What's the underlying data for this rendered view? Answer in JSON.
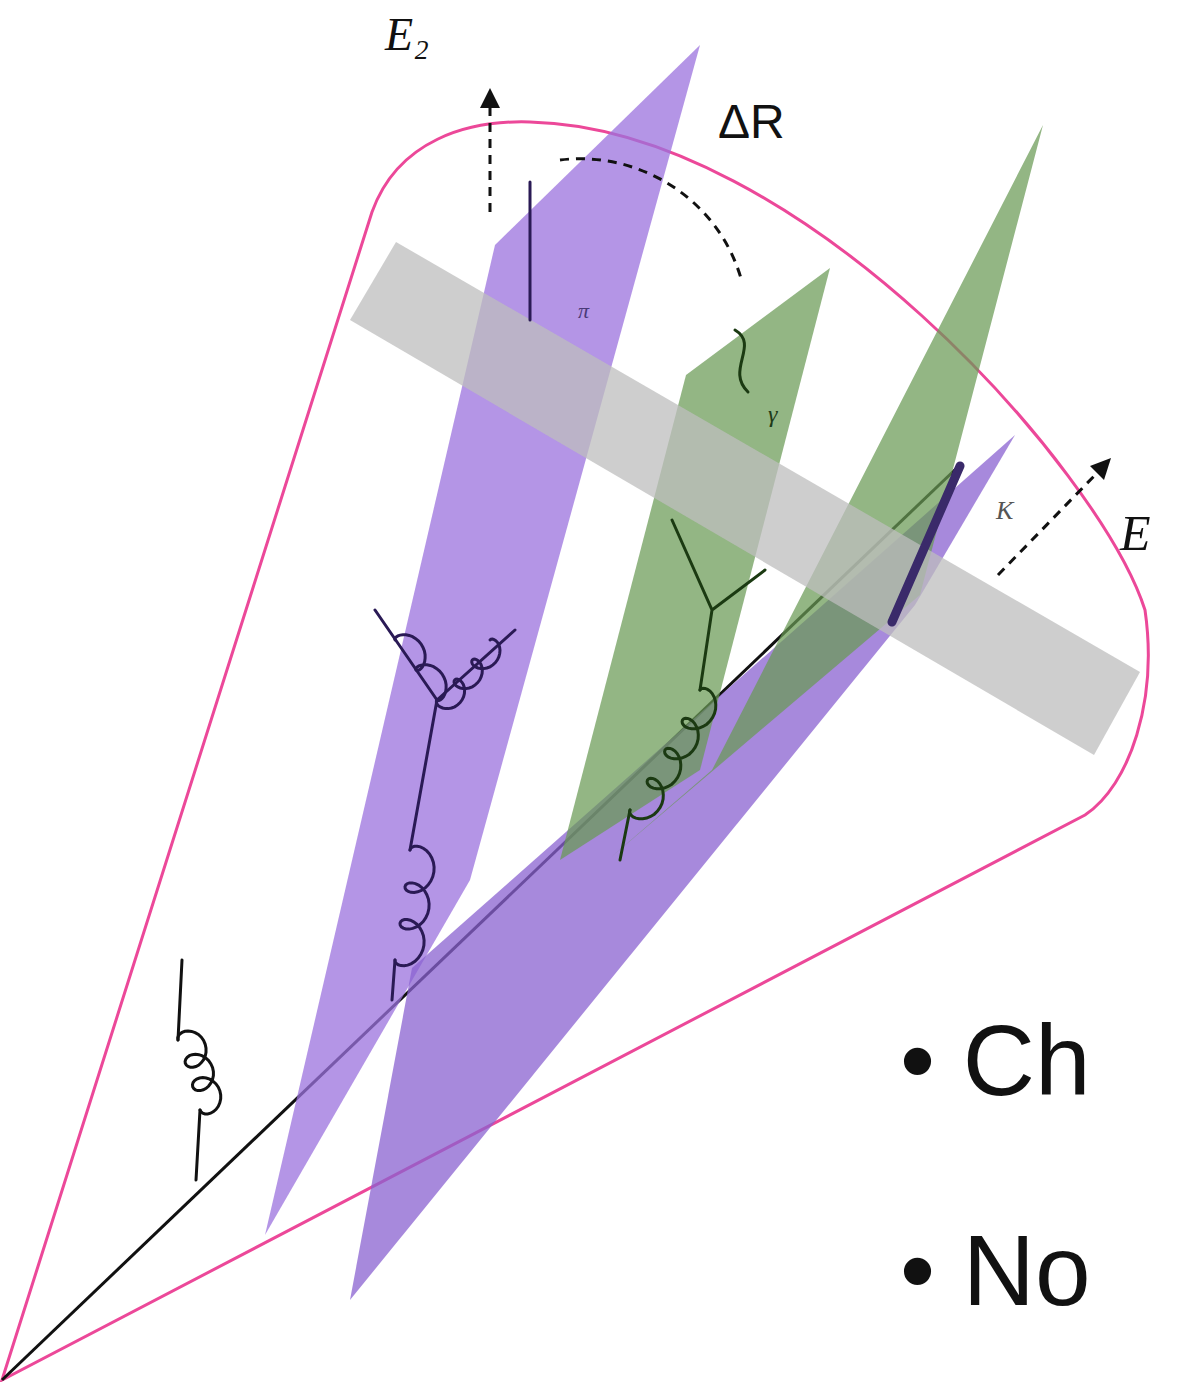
{
  "diagram": {
    "labels": [
      "E₂",
      "ΔR",
      "π",
      "γ",
      "K",
      "E",
      "• Ch",
      "• No"
    ]
  }
}
